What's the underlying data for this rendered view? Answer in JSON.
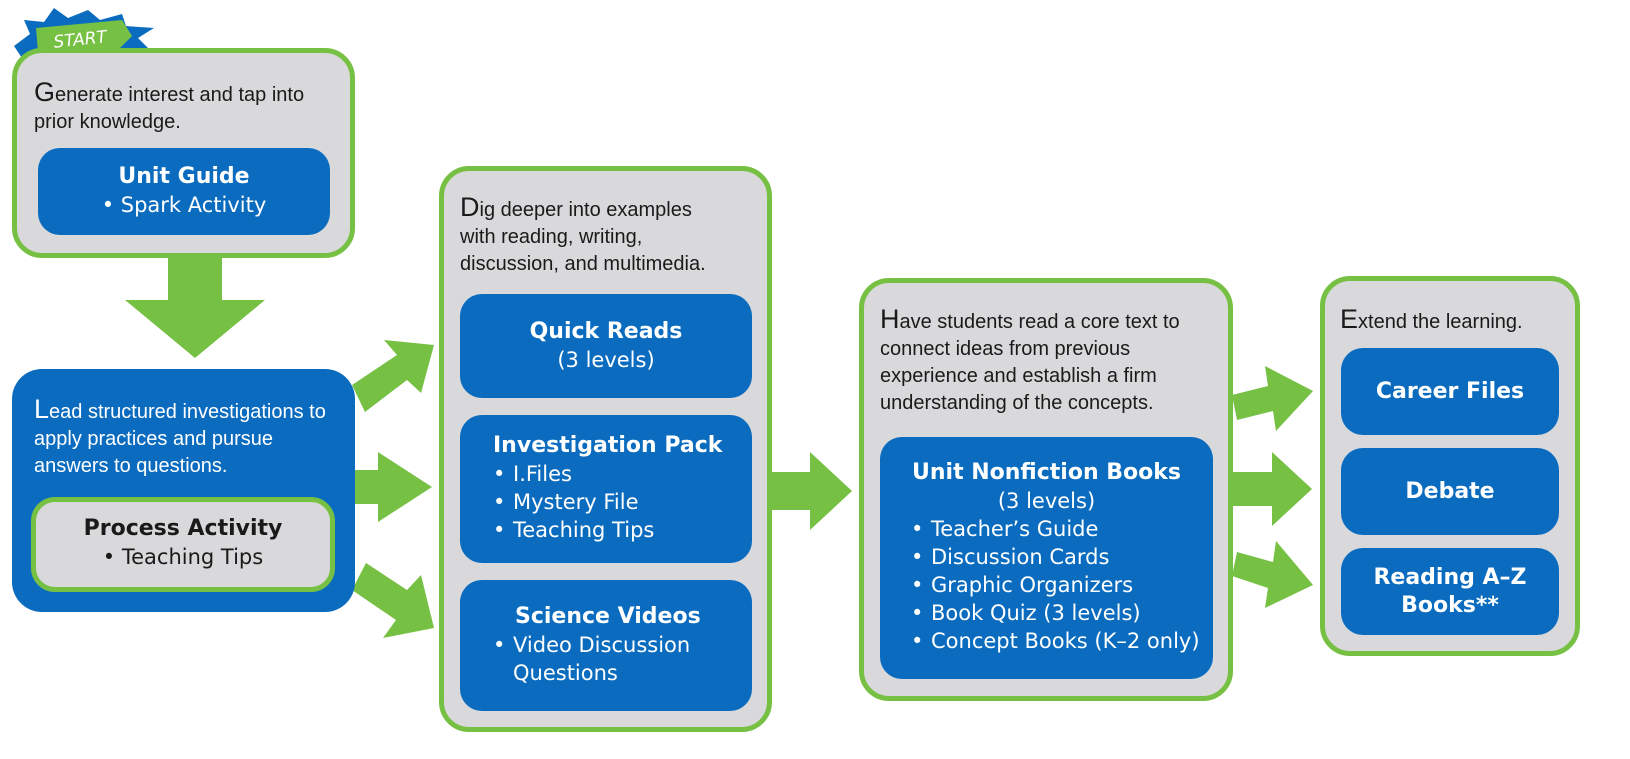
{
  "start_badge": {
    "label": "START"
  },
  "colors": {
    "green": "#76c043",
    "blue": "#0b6cbf",
    "grey": "#d9d9db"
  },
  "step1": {
    "cap": "G",
    "text": "enerate interest and tap into prior knowledge.",
    "card": {
      "title": "Unit Guide",
      "items": [
        "Spark Activity"
      ]
    }
  },
  "step2": {
    "cap": "L",
    "text": "ead structured investigations to apply practices and pursue answers to questions.",
    "card": {
      "title": "Process Activity",
      "items": [
        "Teaching Tips"
      ]
    }
  },
  "step3": {
    "cap": "D",
    "text": "ig deeper into examples with reading, writing, discussion, and multimedia.",
    "cards": [
      {
        "title": "Quick Reads",
        "subtitle": "(3 levels)"
      },
      {
        "title": "Investigation Pack",
        "items": [
          "I.Files",
          "Mystery File",
          "Teaching Tips"
        ]
      },
      {
        "title": "Science Videos",
        "items": [
          "Video Discussion Questions"
        ]
      }
    ]
  },
  "step4": {
    "cap": "H",
    "text": "ave students read a core text to connect ideas from previous experience and establish a firm understanding of the concepts.",
    "card": {
      "title": "Unit Nonfiction Books",
      "subtitle": "(3 levels)",
      "items": [
        "Teacher’s Guide",
        "Discussion Cards",
        "Graphic Organizers",
        "Book Quiz (3 levels)",
        "Concept Books (K–2 only)"
      ]
    }
  },
  "step5": {
    "cap": "E",
    "text": "xtend the learning.",
    "cards": [
      {
        "title": "Career Files"
      },
      {
        "title": "Debate"
      },
      {
        "title": "Reading A–Z Books**"
      }
    ]
  },
  "bullet": "•"
}
